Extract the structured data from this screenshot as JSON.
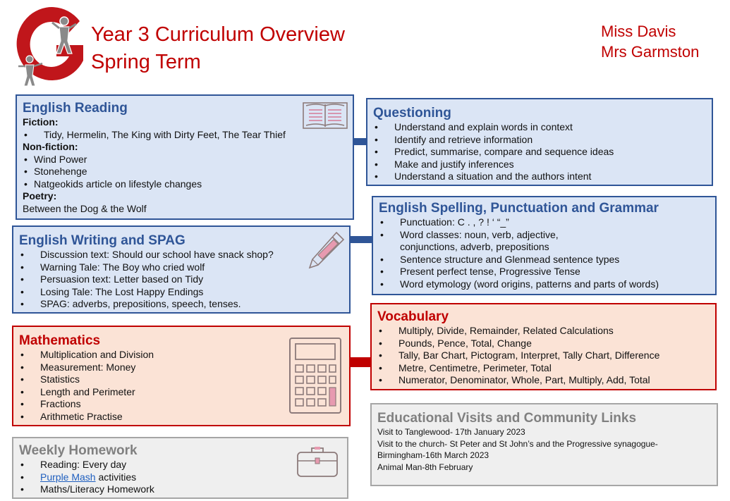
{
  "header": {
    "title_line1": "Year 3 Curriculum Overview",
    "title_line2": "Spring Term",
    "teacher1": "Miss Davis",
    "teacher2": "Mrs Garmston",
    "logo_icon": "school-g-logo-icon"
  },
  "english_reading": {
    "heading": "English Reading",
    "fiction_label": "Fiction:",
    "fiction_items": [
      "Tidy, Hermelin, The King with Dirty Feet, The Tear Thief"
    ],
    "nonfiction_label": "Non-fiction:",
    "nonfiction_items": [
      "Wind Power",
      "Stonehenge",
      "Natgeokids article on lifestyle changes"
    ],
    "poetry_label": "Poetry:",
    "poetry_text": "Between the Dog & the Wolf",
    "icon": "open-book-icon"
  },
  "questioning": {
    "heading": "Questioning",
    "items": [
      "Understand and explain words in context",
      "Identify and retrieve information",
      "Predict, summarise, compare and sequence ideas",
      "Make and justify inferences",
      "Understand a situation and the authors intent"
    ]
  },
  "english_writing": {
    "heading": "English Writing and SPAG",
    "items": [
      "Discussion text: Should our school have snack shop?",
      "Warning Tale: The Boy who cried wolf",
      "Persuasion text: Letter based on Tidy",
      "Losing Tale: The Lost Happy Endings",
      "SPAG: adverbs, prepositions, speech, tenses."
    ],
    "icon": "pen-icon"
  },
  "spag": {
    "heading": "English Spelling, Punctuation and Grammar",
    "items": [
      "Punctuation: C . , ? ! ‘ “_”",
      "Word classes: noun, verb, adjective,",
      "Sentence structure and Glenmead sentence types",
      "Present perfect tense, Progressive Tense",
      "Word etymology (word origins, patterns and parts of words)"
    ],
    "word_classes_continued": "conjunctions, adverb, prepositions"
  },
  "mathematics": {
    "heading": "Mathematics",
    "items": [
      "Multiplication and Division",
      "Measurement: Money",
      "Statistics",
      "Length and Perimeter",
      "Fractions",
      "Arithmetic Practise"
    ],
    "icon": "calculator-icon"
  },
  "vocabulary": {
    "heading": "Vocabulary",
    "items": [
      "Multiply, Divide, Remainder, Related Calculations",
      "Pounds, Pence, Total, Change",
      "Tally, Bar Chart, Pictogram, Interpret, Tally Chart, Difference",
      "Metre, Centimetre, Perimeter, Total",
      "Numerator, Denominator, Whole, Part, Multiply, Add, Total"
    ]
  },
  "homework": {
    "heading": "Weekly Homework",
    "item1": "Reading: Every day",
    "item2_link": "Purple Mash",
    "item2_rest": " activities",
    "item3": "Maths/Literacy Homework",
    "icon": "briefcase-icon"
  },
  "visits": {
    "heading": "Educational Visits and Community Links",
    "lines": [
      "Visit to Tanglewood-  17th January  2023",
      "Visit to the church-  St Peter and St John’s and the Progressive  synagogue-",
      "Birmingham-16th  March 2023",
      "Animal Man-8th  February"
    ]
  },
  "colors": {
    "blue_border": "#2f5597",
    "blue_fill": "#dbe5f5",
    "red_border": "#c00000",
    "red_fill": "#fbe3d6",
    "grey_border": "#a6a6a6",
    "grey_fill": "#efefef",
    "title_red": "#c00000"
  }
}
